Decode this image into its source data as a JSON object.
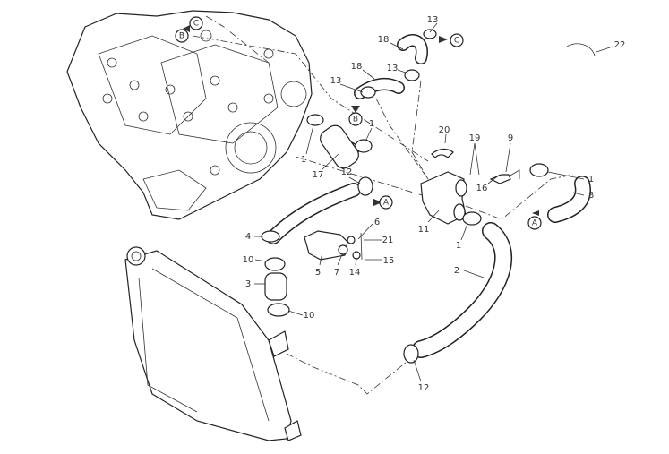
{
  "diagram": {
    "title_hidden": null,
    "callouts": [
      "13",
      "C",
      "18",
      "13",
      "18",
      "13",
      "B",
      "1",
      "1",
      "17",
      "12",
      "A",
      "20",
      "19",
      "9",
      "16",
      "1",
      "8",
      "A",
      "22",
      "4",
      "6",
      "21",
      "11",
      "1",
      "10",
      "5",
      "7",
      "14",
      "15",
      "3",
      "2",
      "10",
      "12",
      "B",
      "C"
    ]
  }
}
